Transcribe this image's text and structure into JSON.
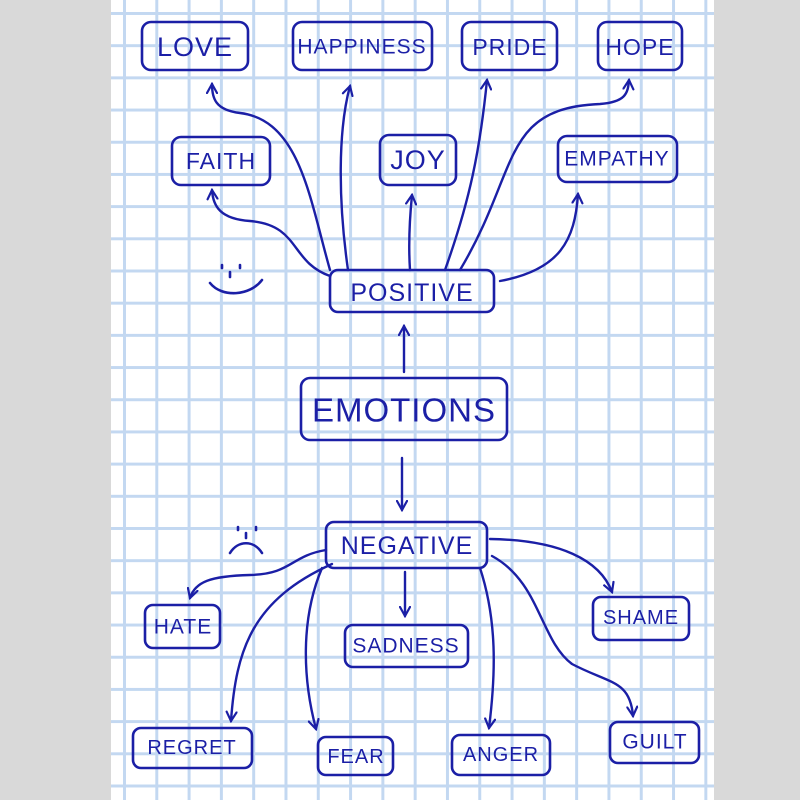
{
  "title": "Emotions mind map",
  "ink_color": "#1b1fa6",
  "grid_color": "#c3d8f1",
  "center": "EMOTIONS",
  "branches": {
    "positive": {
      "label": "POSITIVE",
      "children": [
        "LOVE",
        "HAPPINESS",
        "PRIDE",
        "HOPE",
        "FAITH",
        "JOY",
        "EMPATHY"
      ]
    },
    "negative": {
      "label": "NEGATIVE",
      "children": [
        "HATE",
        "SADNESS",
        "SHAME",
        "REGRET",
        "FEAR",
        "ANGER",
        "GUILT"
      ]
    }
  },
  "icons": [
    "smiley-face-icon",
    "sad-face-icon"
  ]
}
